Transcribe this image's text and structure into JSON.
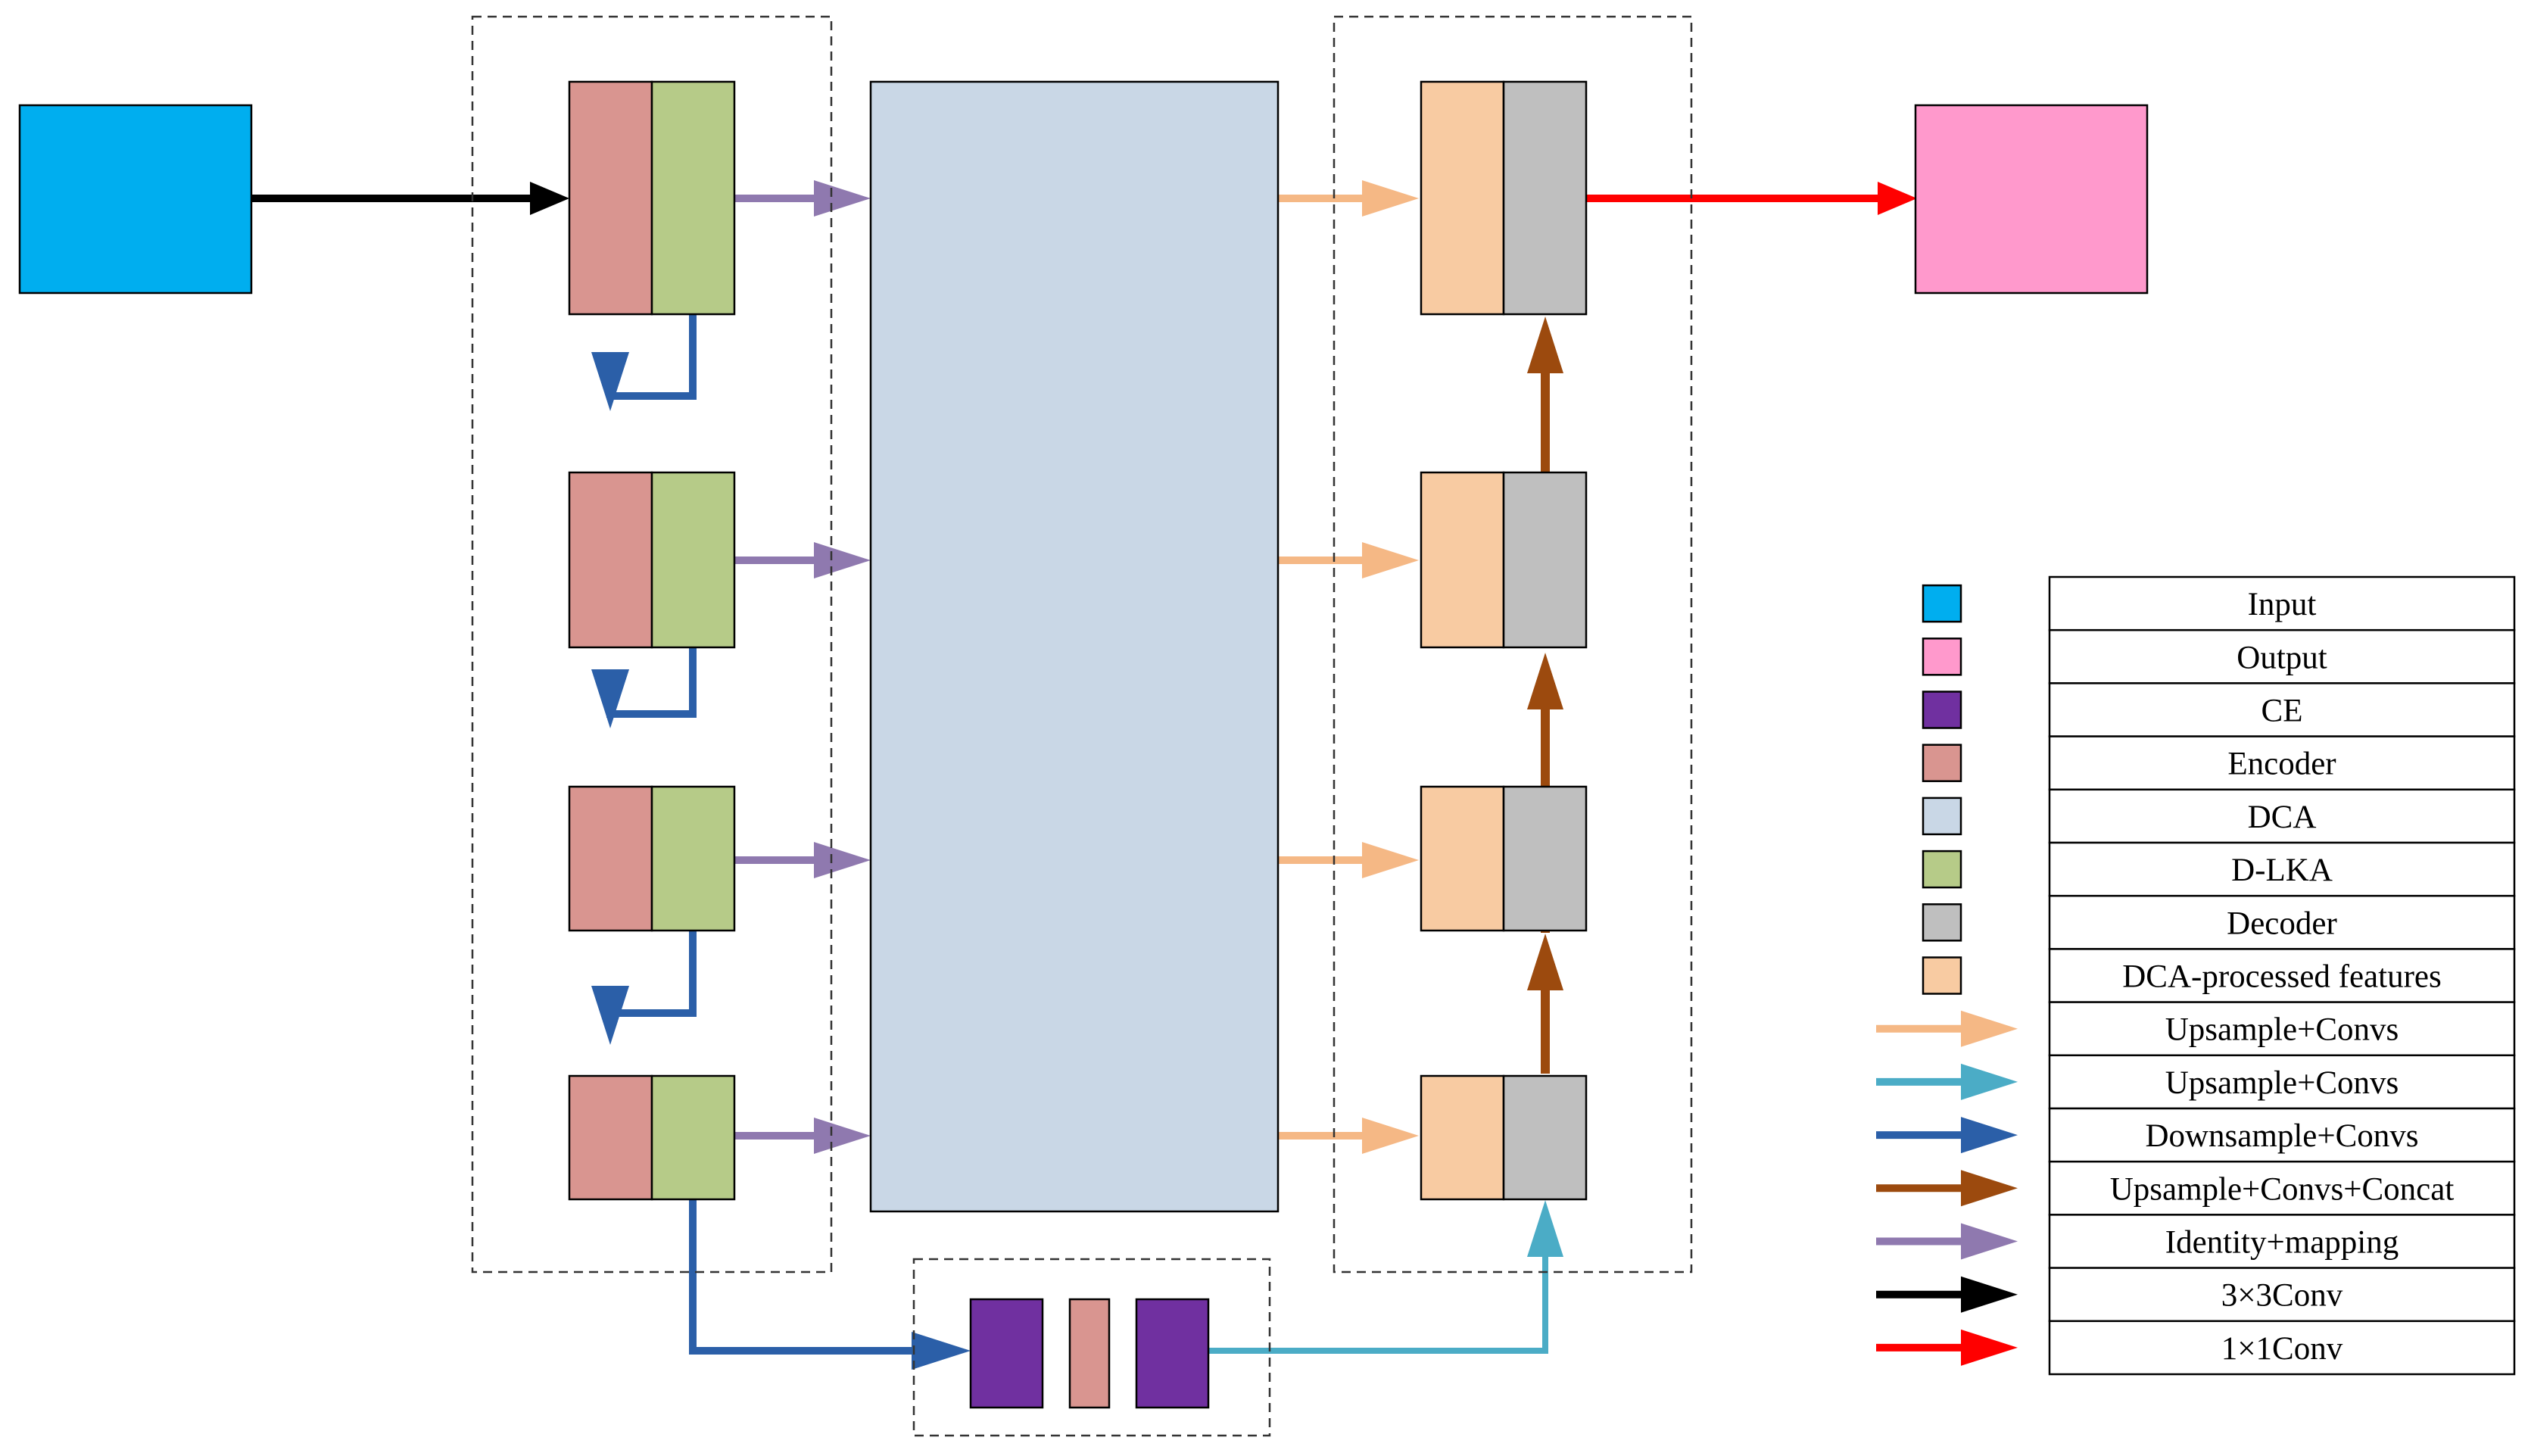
{
  "colors": {
    "input": "#00AEEF",
    "output": "#FF99CC",
    "ce": "#7030A0",
    "encoder": "#D99590",
    "dca": "#C9D7E6",
    "dlka": "#B6CB88",
    "decoder": "#BFBFBF",
    "dca_features": "#F8CBA2",
    "arrow_upsample_orange": "#F5B885",
    "arrow_upsample_teal": "#4BACC6",
    "arrow_downsample": "#2B5FA8",
    "arrow_concat": "#9C4A0E",
    "arrow_identity": "#8F79AF",
    "arrow_conv3": "#000000",
    "arrow_conv1": "#FF0000"
  },
  "legend": {
    "items": [
      {
        "label": "Input",
        "swatch": "input-swatch",
        "kind": "box",
        "color_key": "input"
      },
      {
        "label": "Output",
        "swatch": "output-swatch",
        "kind": "box",
        "color_key": "output"
      },
      {
        "label": "CE",
        "swatch": "ce-swatch",
        "kind": "box",
        "color_key": "ce"
      },
      {
        "label": "Encoder",
        "swatch": "encoder-swatch",
        "kind": "box",
        "color_key": "encoder"
      },
      {
        "label": "DCA",
        "swatch": "dca-swatch",
        "kind": "box",
        "color_key": "dca"
      },
      {
        "label": "D-LKA",
        "swatch": "dlka-swatch",
        "kind": "box",
        "color_key": "dlka"
      },
      {
        "label": "Decoder",
        "swatch": "decoder-swatch",
        "kind": "box",
        "color_key": "decoder"
      },
      {
        "label": "DCA-processed features",
        "swatch": "dca-features-swatch",
        "kind": "box",
        "color_key": "dca_features"
      },
      {
        "label": "Upsample+Convs",
        "swatch": "upsample-orange-arrow-icon",
        "kind": "arrow",
        "color_key": "arrow_upsample_orange"
      },
      {
        "label": "Upsample+Convs",
        "swatch": "upsample-teal-arrow-icon",
        "kind": "arrow",
        "color_key": "arrow_upsample_teal"
      },
      {
        "label": "Downsample+Convs",
        "swatch": "downsample-arrow-icon",
        "kind": "arrow",
        "color_key": "arrow_downsample"
      },
      {
        "label": "Upsample+Convs+Concat",
        "swatch": "concat-arrow-icon",
        "kind": "arrow",
        "color_key": "arrow_concat"
      },
      {
        "label": "Identity+mapping",
        "swatch": "identity-arrow-icon",
        "kind": "arrow",
        "color_key": "arrow_identity"
      },
      {
        "label": "3×3Conv",
        "swatch": "conv3x3-arrow-icon",
        "kind": "arrow",
        "color_key": "arrow_conv3"
      },
      {
        "label": "1×1Conv",
        "swatch": "conv1x1-arrow-icon",
        "kind": "arrow",
        "color_key": "arrow_conv1"
      }
    ]
  }
}
